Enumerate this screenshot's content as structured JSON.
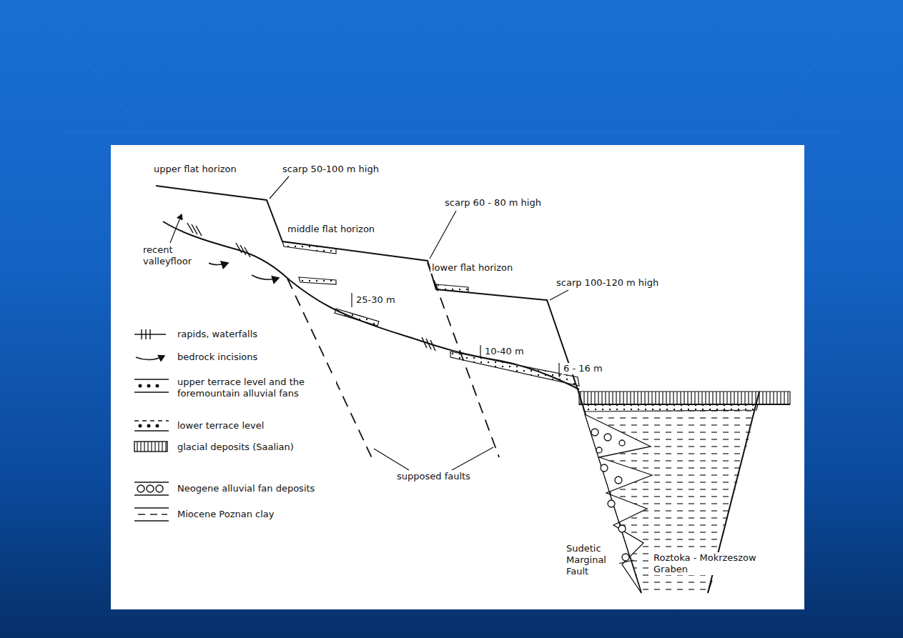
{
  "diagram": {
    "labels": [
      "upper flat horizon",
      "scarp 50-100 m high",
      "middle flat horizon",
      "scarp 60 - 80 m high",
      "lower flat horizon",
      "scarp 100-120 m high",
      "recent valleyfloor",
      "25-30 m",
      "10-40 m",
      "6 - 16 m",
      "supposed faults",
      "Sudetic Marginal Fault",
      "Roztoka - Mokrzeszow Graben"
    ],
    "legend": [
      {
        "text": "rapids, waterfalls"
      },
      {
        "text": "bedrock incisions"
      },
      {
        "text": "upper terrace level and the foremountain alluvial fans"
      },
      {
        "text": "lower terrace level"
      },
      {
        "text": "glacial deposits (Saalian)"
      },
      {
        "text": "Neogene alluvial fan deposits"
      },
      {
        "text": "Miocene Poznan clay"
      }
    ]
  }
}
